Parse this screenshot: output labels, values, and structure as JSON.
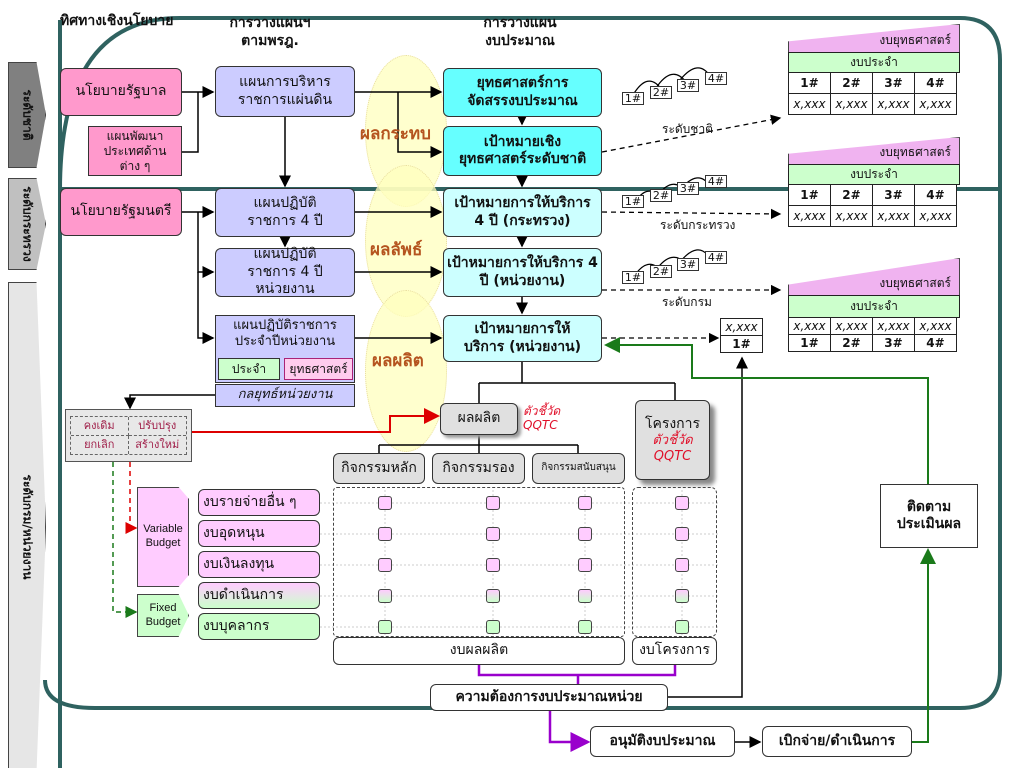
{
  "headers": {
    "policy": "ทิศทางเชิงนโยบาย",
    "plan": "การวางแผนฯ\nตามพรฎ.",
    "budget": "การวางแผน\nงบประมาณ"
  },
  "side_levels": [
    "ระดับชาติ",
    "ระดับกระทรวง",
    "ระดับกรม/หน่วยงาน"
  ],
  "policy_boxes": [
    "นโยบายรัฐบาล",
    "แผนพัฒนาประเทศด้านต่าง ๆ",
    "นโยบายรัฐมนตรี"
  ],
  "plan_boxes": [
    "แผนการบริหารราชการแผ่นดิน",
    "แผนปฏิบัติราชการ 4 ปี",
    "แผนปฏิบัติราชการ 4 ปีหน่วยงาน",
    "แผนปฏิบัติราชการประจำปีหน่วยงาน"
  ],
  "plan_sub": {
    "routine": "ประจำ",
    "strategic": "ยุทธศาสตร์",
    "unit_strategy": "กลยุทธ์หน่วยงาน"
  },
  "results": [
    "ผลกระทบ",
    "ผลลัพธ์",
    "ผลผลิต"
  ],
  "budget_boxes": [
    "ยุทธศาสตร์การจัดสรรงบประมาณ",
    "เป้าหมายเชิงยุทธศาสตร์ระดับชาติ",
    "เป้าหมายการให้บริการ 4 ปี (กระทรวง)",
    "เป้าหมายการให้บริการ 4 ปี (หน่วยงาน)",
    "เป้าหมายการให้บริการ (หน่วยงาน)"
  ],
  "steps": [
    "1#",
    "2#",
    "3#",
    "4#"
  ],
  "level_labels": [
    "ระดับชาติ",
    "ระดับกระทรวง",
    "ระดับกรม"
  ],
  "budget_tables": {
    "strategic": "งบยุทธศาสตร์",
    "routine": "งบประจำ",
    "years": [
      "1#",
      "2#",
      "3#",
      "4#"
    ],
    "value": "x,xxx"
  },
  "single_box": {
    "value": "x,xxx",
    "year": "1#"
  },
  "review": {
    "keep": "คงเดิม",
    "improve": "ปรับปรุง",
    "cancel": "ยกเลิก",
    "new": "สร้างใหม่"
  },
  "budget_types": {
    "variable": "Variable Budget",
    "fixed": "Fixed Budget"
  },
  "budget_items": [
    "งบรายจ่ายอื่น ๆ",
    "งบอุดหนุน",
    "งบเงินลงทุน",
    "งบดำเนินการ",
    "งบบุคลากร"
  ],
  "output": {
    "label": "ผลผลิต",
    "indicator": "ตัวชี้วัด",
    "qqtc": "QQTC"
  },
  "project": {
    "label": "โครงการ",
    "indicator": "ตัวชี้วัด",
    "qqtc": "QQTC"
  },
  "activities": [
    "กิจกรรมหลัก",
    "กิจกรรมรอง",
    "กิจกรรมสนับสนุน"
  ],
  "output_budget": "งบผลผลิต",
  "project_budget": "งบโครงการ",
  "demand": "ความต้องการงบประมาณหน่วย",
  "approve": "อนุมัติงบประมาณ",
  "disburse": "เบิกจ่าย/ดำเนินการ",
  "monitor": "ติดตามประเมินผล",
  "colors": {
    "frame": "#2f6260",
    "pink": "#ff99cc",
    "lavender": "#ccccff",
    "cyan": "#66ffff",
    "light_cyan": "#ccffff",
    "green": "#ccffcc",
    "result_text": "#b5541f",
    "red": "#e0102a",
    "purple": "#9900cc",
    "dark_green": "#1a7a1a"
  }
}
